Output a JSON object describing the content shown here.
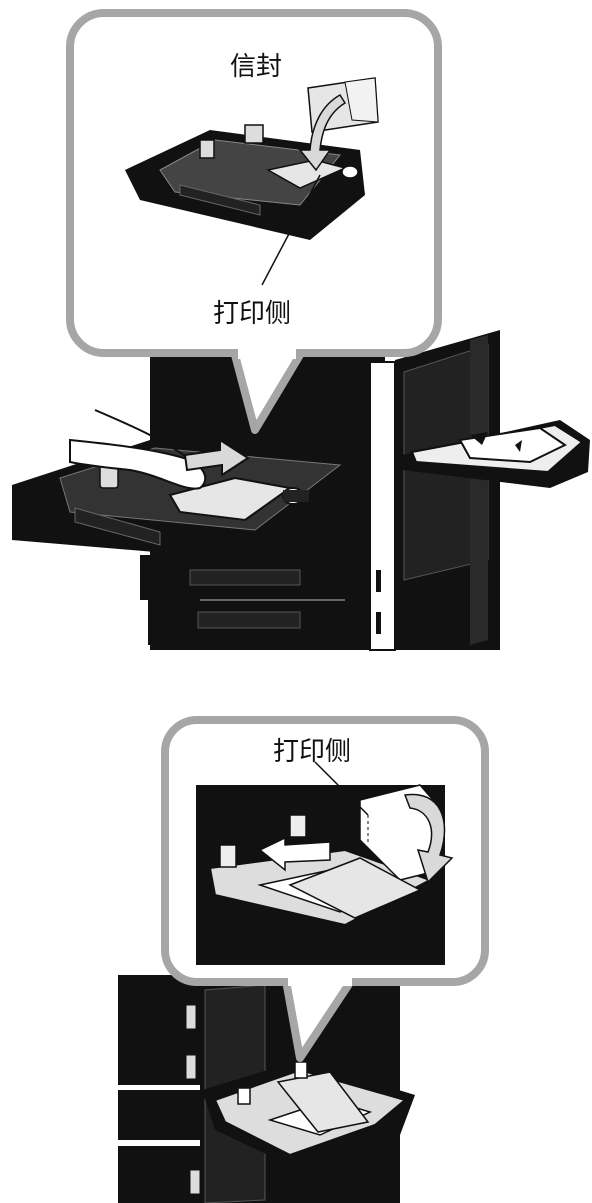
{
  "top_figure": {
    "label_envelope": "信封",
    "label_print_side": "打印侧"
  },
  "bottom_figure": {
    "label_print_side": "打印侧"
  },
  "colors": {
    "machine": "#111111",
    "callout_border": "#a6a6a6",
    "paper": "#e6e6e6",
    "arrow": "#d9d9d9"
  }
}
